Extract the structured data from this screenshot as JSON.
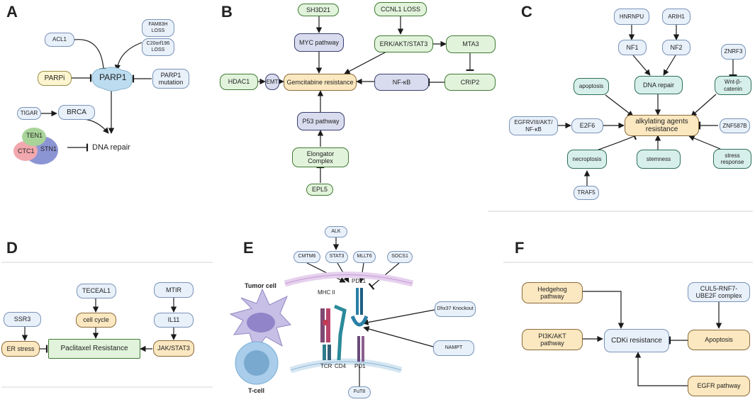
{
  "panels": {
    "a": "A",
    "b": "B",
    "c": "C",
    "d": "D",
    "e": "E",
    "f": "F"
  },
  "a": {
    "acl1": "ACL1",
    "fam83h": "FAM83H\nLOSS",
    "c20orf196": "C20orf196\nLOSS",
    "parpi": "PARPi",
    "parp1": "PARP1",
    "parp1_mut": "PARP1\nmutation",
    "tigar": "TIGAR",
    "brca": "BRCA",
    "ten1": "TEN1",
    "ctc1": "CTC1",
    "stn1": "STN1",
    "dna_repair": "DNA repair"
  },
  "b": {
    "sh3d21": "SH3D21",
    "myc": "MYC pathway",
    "ccnl1": "CCNL1 LOSS",
    "erk": "ERK/AKT/STAT3",
    "mta3": "MTA3",
    "hdac1": "HDAC1",
    "emt": "EMT",
    "gem": "Gemcitabine resistance",
    "nfkb": "NF-κB",
    "crip2": "CRIP2",
    "p53": "P53 pathway",
    "elong": "Elongator\nComplex",
    "epl5": "EPL5"
  },
  "c": {
    "hnrnpu": "HNRNPU",
    "arih1": "ARIH1",
    "nf1": "NF1",
    "nf2": "NF2",
    "znrf3": "ZNRF3",
    "apoptosis": "apoptosis",
    "dna_repair": "DNA repair",
    "wnt": "Wnt-β-\ncatenin",
    "egfr": "EGFRVIII/AKT/\nNF-κB",
    "e2f6": "E2F6",
    "alk": "alkylating agents\nresistance",
    "znf587b": "ZNF587B",
    "necroptosis": "necroptosis",
    "stemness": "stemness",
    "stress": "stress\nresponse",
    "traf5": "TRAF5"
  },
  "d": {
    "teceal1": "TECEAL1",
    "mtir": "MTIR",
    "ssr3": "SSR3",
    "cell_cycle": "cell cycle",
    "il11": "IL11",
    "er_stress": "ER stress",
    "paclitaxel": "Paclitaxel Resistance",
    "jak": "JAK/STAT3"
  },
  "e": {
    "alk": "ALK",
    "cmtm6": "CMTM6",
    "stat3": "STAT3",
    "mllt6": "MLLT6",
    "socs1": "SOCS1",
    "tumor_cell": "Tumor cell",
    "mhc2": "MHC II",
    "pdl1": "PDL1",
    "dhx37": "Dhx37 Knockout",
    "nampt": "NAMPT",
    "tcr": "TCR",
    "cd4": "CD4",
    "pd1": "PD1",
    "tcell": "T-cell",
    "fut8": "FuT8"
  },
  "f": {
    "hedgehog": "Hedgehog\npathway",
    "cul5": "CUL5-RNF7-\nUBE2F complex",
    "pi3k": "PI3K/AKT\npathway",
    "cdki": "CDKi resistance",
    "apoptosis": "Apoptosis",
    "egfr": "EGFR pathway"
  },
  "colors": {
    "arrow": "#1a1a1a",
    "blue_box": "#e8f0fa",
    "green_box": "#e2f3dc",
    "purple_box": "#d9dcee",
    "yellow_box": "#fbe8c0",
    "teal_box": "#d7efea"
  }
}
